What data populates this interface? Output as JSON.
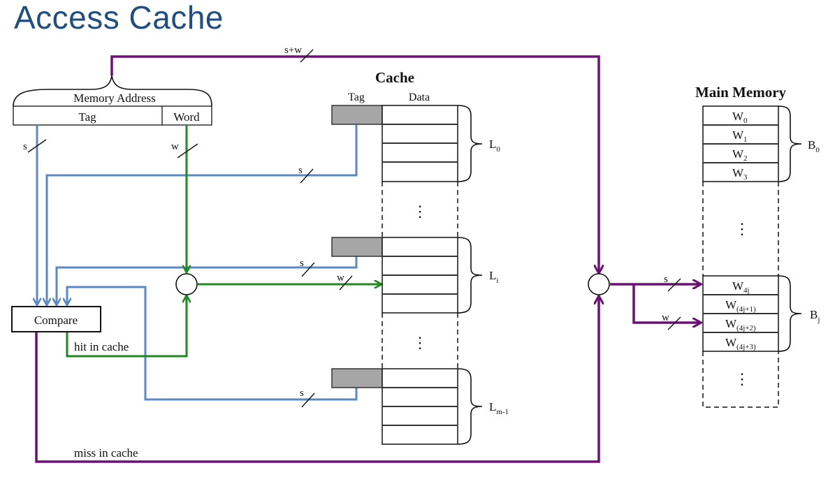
{
  "title": "Access Cache",
  "memory_address": {
    "label": "Memory Address",
    "fields": [
      "Tag",
      "Word"
    ]
  },
  "cache": {
    "title": "Cache",
    "columns": [
      "Tag",
      "Data"
    ],
    "lines": [
      "L",
      "L",
      "L"
    ],
    "line_subscripts": [
      "0",
      "i",
      "m-1"
    ]
  },
  "main_memory": {
    "title": "Main Memory",
    "block0_words": [
      "W",
      "W",
      "W",
      "W"
    ],
    "block0_subs": [
      "0",
      "1",
      "2",
      "3"
    ],
    "block0_label": "B",
    "block0_sub": "0",
    "blockj_words": [
      "W",
      "W",
      "W",
      "W"
    ],
    "blockj_subs": [
      "4j",
      "(4j+1)",
      "(4j+2)",
      "(4j+3)"
    ],
    "blockj_label": "B",
    "blockj_sub": "j"
  },
  "compare": {
    "label": "Compare"
  },
  "signals": {
    "s_plus_w": "s+w",
    "s": "s",
    "w": "w",
    "hit": "hit in cache",
    "miss": "miss in cache"
  },
  "ellipsis": "⋮",
  "colors": {
    "title": "#1f4e80",
    "tag_path": "#5a8ac6",
    "word_path": "#1f8a1f",
    "memory_path": "#6e0f78",
    "tag_cell": "#a6a6a6"
  }
}
